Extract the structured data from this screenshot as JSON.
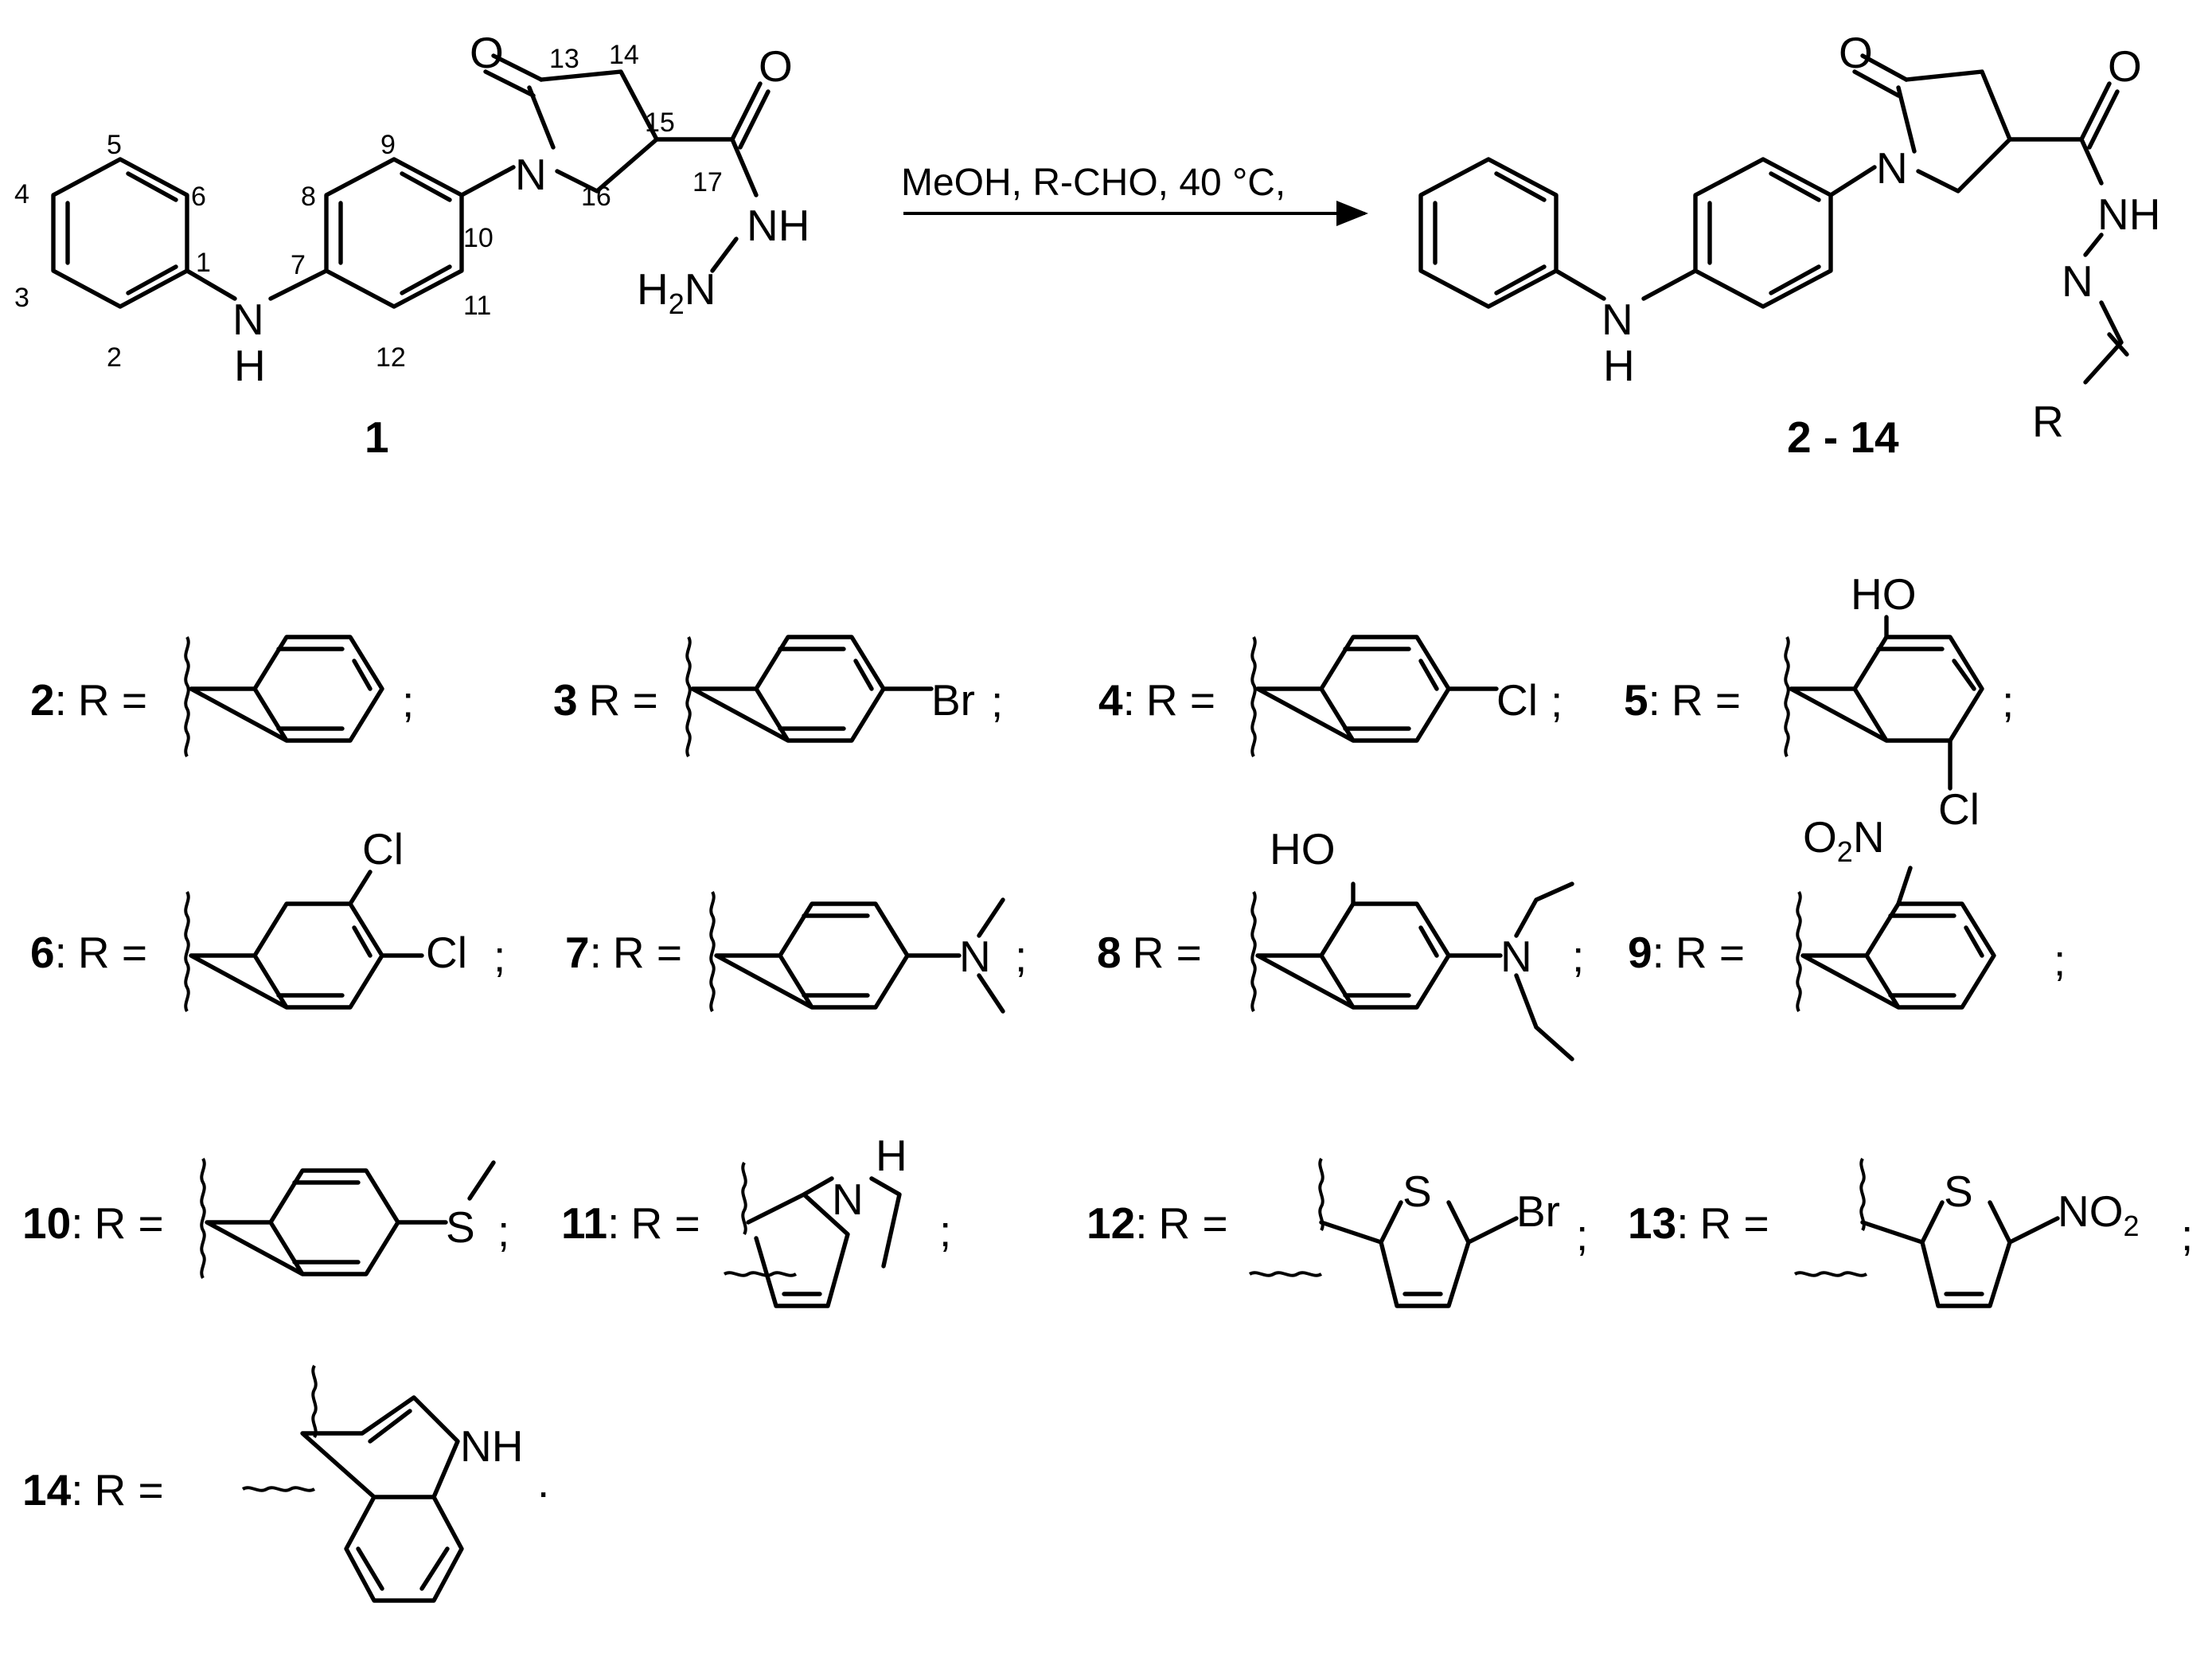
{
  "reaction": {
    "conditions": "MeOH, R-CHO, 40 °C,",
    "starting_label": "1",
    "product_label": "2 - 14"
  },
  "atoms": {
    "O": "O",
    "N": "N",
    "NH": "NH",
    "H": "H",
    "H2N": "H",
    "H2N_sub": "2",
    "H2N_N": "N",
    "R": "R",
    "Br": "Br",
    "Cl": "Cl",
    "HO": "HO",
    "S": "S",
    "O2N_O": "O",
    "O2N_sub": "2",
    "O2N_N": "N",
    "NO2_N": "NO",
    "NO2_sub": "2"
  },
  "atom_numbers": [
    "1",
    "2",
    "3",
    "4",
    "5",
    "6",
    "7",
    "8",
    "9",
    "10",
    "11",
    "12",
    "13",
    "14",
    "15",
    "16",
    "17"
  ],
  "compounds": [
    {
      "num": "2",
      "sep": ":",
      "eq": "R ="
    },
    {
      "num": "3",
      "sep": "",
      "eq": "R ="
    },
    {
      "num": "4",
      "sep": ":",
      "eq": "R ="
    },
    {
      "num": "5",
      "sep": ":",
      "eq": "R ="
    },
    {
      "num": "6",
      "sep": ":",
      "eq": "R ="
    },
    {
      "num": "7",
      "sep": ":",
      "eq": "R ="
    },
    {
      "num": "8",
      "sep": "",
      "eq": "R ="
    },
    {
      "num": "9",
      "sep": ":",
      "eq": "R ="
    },
    {
      "num": "10",
      "sep": ":",
      "eq": "R ="
    },
    {
      "num": "11",
      "sep": ":",
      "eq": "R ="
    },
    {
      "num": "12",
      "sep": ":",
      "eq": "R ="
    },
    {
      "num": "13",
      "sep": ":",
      "eq": "R ="
    },
    {
      "num": "14",
      "sep": ":",
      "eq": "R ="
    }
  ],
  "punct": {
    "semi": ";",
    "period": "."
  }
}
